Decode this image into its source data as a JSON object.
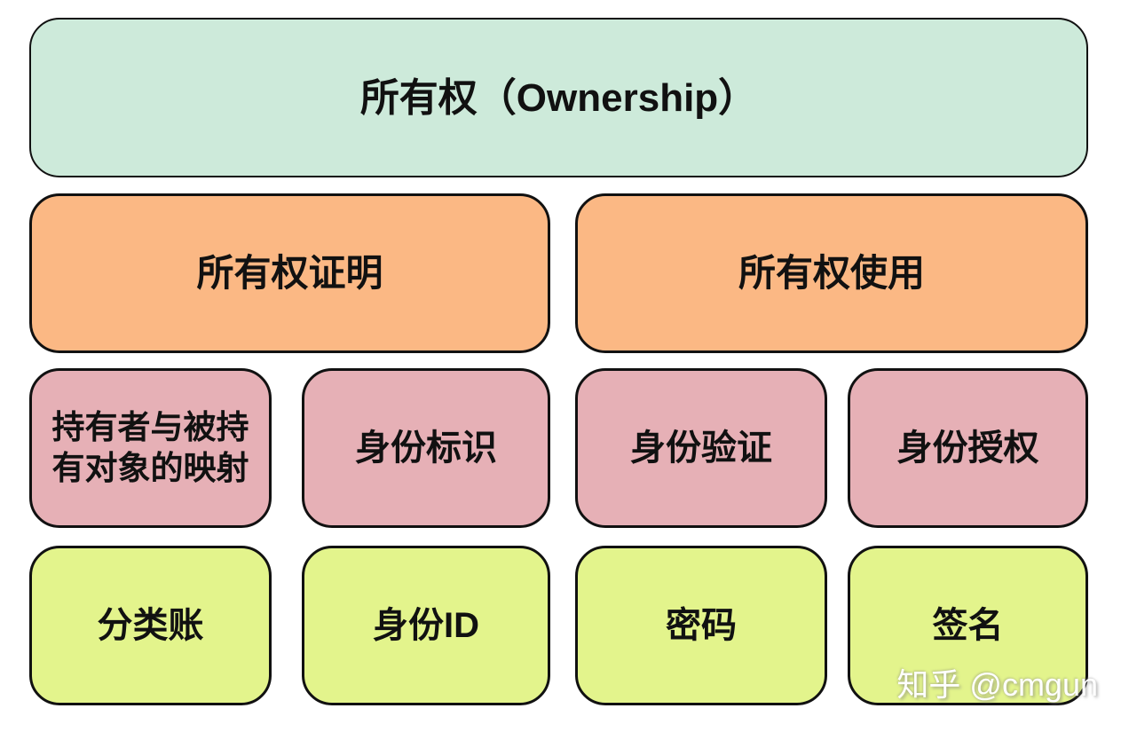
{
  "colors": {
    "root": "#cdeada",
    "level2": "#fbb884",
    "level3": "#e6b0b6",
    "level4": "#e3f48c",
    "border": "#111111",
    "text": "#111111",
    "background": "#ffffff",
    "watermark": "#ffffff"
  },
  "diagram": {
    "root": {
      "label": "所有权（Ownership）"
    },
    "level2": [
      {
        "id": "ownership-proof",
        "label": "所有权证明"
      },
      {
        "id": "ownership-usage",
        "label": "所有权使用"
      }
    ],
    "level3": [
      {
        "id": "holder-object-mapping",
        "label": "持有者与被持\n有对象的映射"
      },
      {
        "id": "identity-label",
        "label": "身份标识"
      },
      {
        "id": "identity-verification",
        "label": "身份验证"
      },
      {
        "id": "identity-authorization",
        "label": "身份授权"
      }
    ],
    "level4": [
      {
        "id": "ledger",
        "label": "分类账"
      },
      {
        "id": "identity-id",
        "label": "身份ID"
      },
      {
        "id": "password",
        "label": "密码"
      },
      {
        "id": "signature",
        "label": "签名"
      }
    ]
  },
  "watermark": {
    "label": "知乎 @cmgun"
  }
}
